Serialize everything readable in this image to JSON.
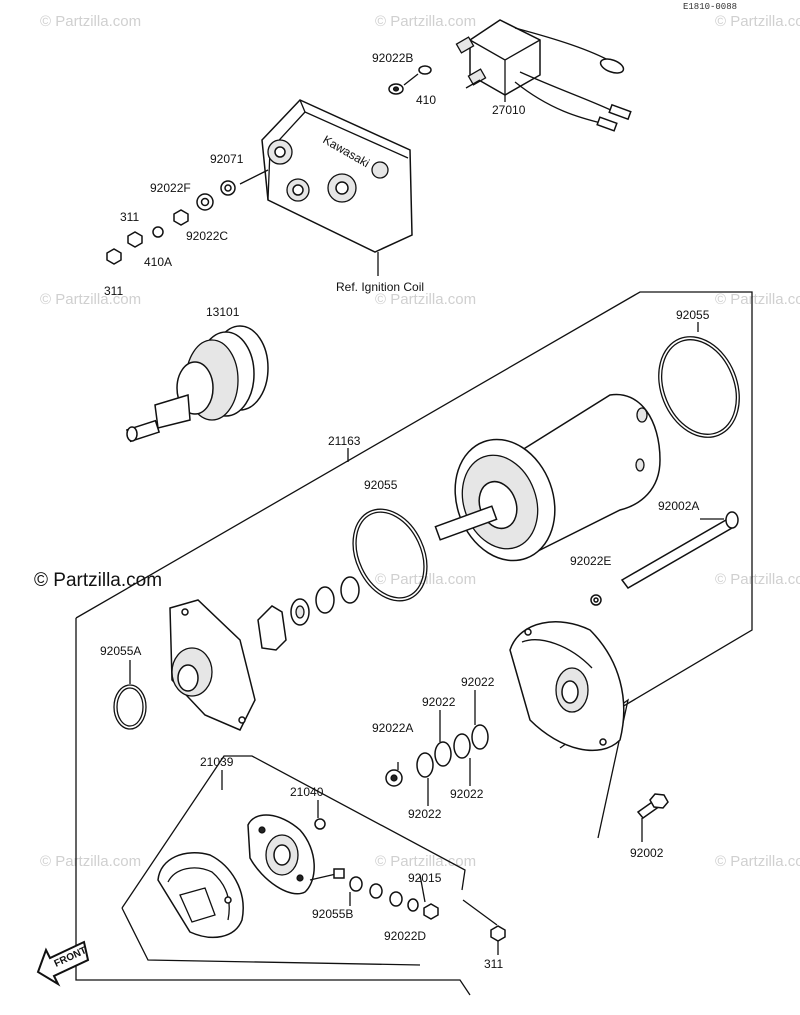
{
  "diagram_code": "E1810-0088",
  "watermark_text": "© Partzilla.com",
  "watermark_bold": "© Partzilla.com",
  "front_label": "FRONT",
  "ref_label": "Ref. Ignition Coil",
  "housing_brand": "Kawasaki",
  "parts": {
    "p92022B": "92022B",
    "p410": "410",
    "p27010": "27010",
    "p92071": "92071",
    "p92022F": "92022F",
    "p311a": "311",
    "p92022C": "92022C",
    "p410A": "410A",
    "p311b": "311",
    "p13101": "13101",
    "p21163": "21163",
    "p92055a": "92055",
    "p92055b": "92055",
    "p92002A": "92002A",
    "p92022E": "92022E",
    "p92055A": "92055A",
    "p92022A": "92022A",
    "p92022a": "92022",
    "p92022b": "92022",
    "p92022c": "92022",
    "p92022d": "92022",
    "p21039": "21039",
    "p21040": "21040",
    "p92015": "92015",
    "p92055B": "92055B",
    "p92022D": "92022D",
    "p311c": "311",
    "p92002": "92002"
  }
}
